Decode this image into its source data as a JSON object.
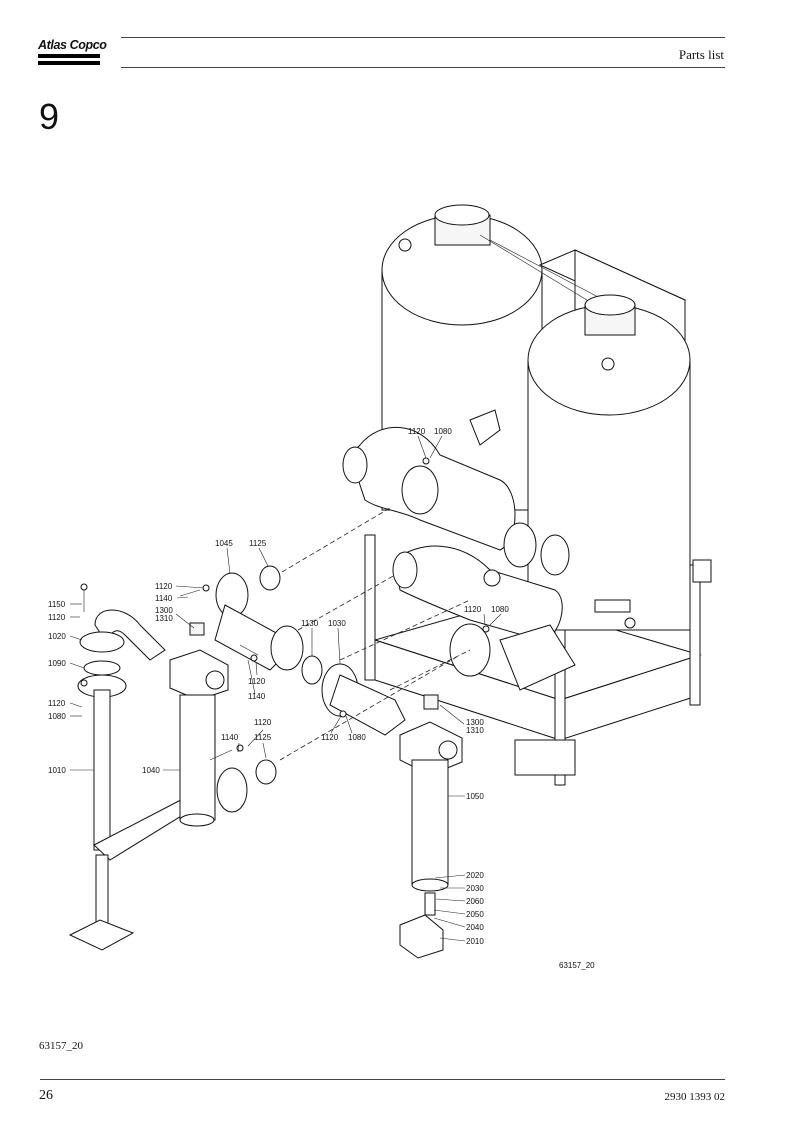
{
  "header": {
    "brand": "Atlas Copco",
    "section_title": "Parts list"
  },
  "chapter_number": "9",
  "drawing": {
    "drawing_id": "63157_20",
    "callouts": [
      "1120",
      "1080",
      "1045",
      "1125",
      "1120",
      "1140",
      "1300",
      "1310",
      "1130",
      "1030",
      "1120",
      "1080",
      "1150",
      "1120",
      "1020",
      "1090",
      "1120",
      "1080",
      "1120",
      "1140",
      "1120",
      "1140",
      "1125",
      "1120",
      "1080",
      "1300",
      "1310",
      "1010",
      "1040",
      "1050",
      "2020",
      "2030",
      "2060",
      "2050",
      "2040",
      "2010"
    ]
  },
  "figure_reference": "63157_20",
  "footer": {
    "page_number": "26",
    "document_number": "2930 1393 02"
  }
}
